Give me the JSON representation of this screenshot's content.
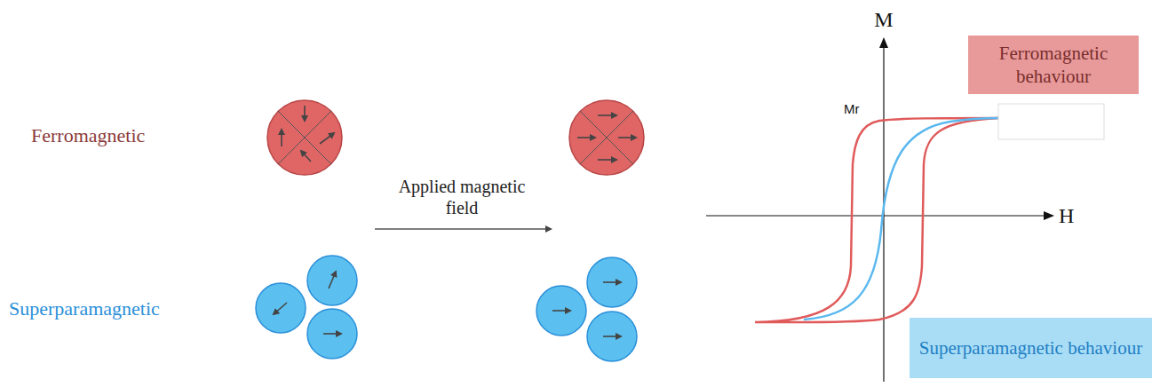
{
  "diagram": {
    "nodes": [
      {
        "text": [
          "Ferromagnetic behaviour"
        ]
      },
      {
        "text": [
          "Superparamagnetic behaviour"
        ]
      }
    ],
    "labels": [
      "Ferromagnetic",
      "Superparamagnetic",
      "Applied magnetic field",
      "M",
      "Mr",
      "H"
    ]
  }
}
